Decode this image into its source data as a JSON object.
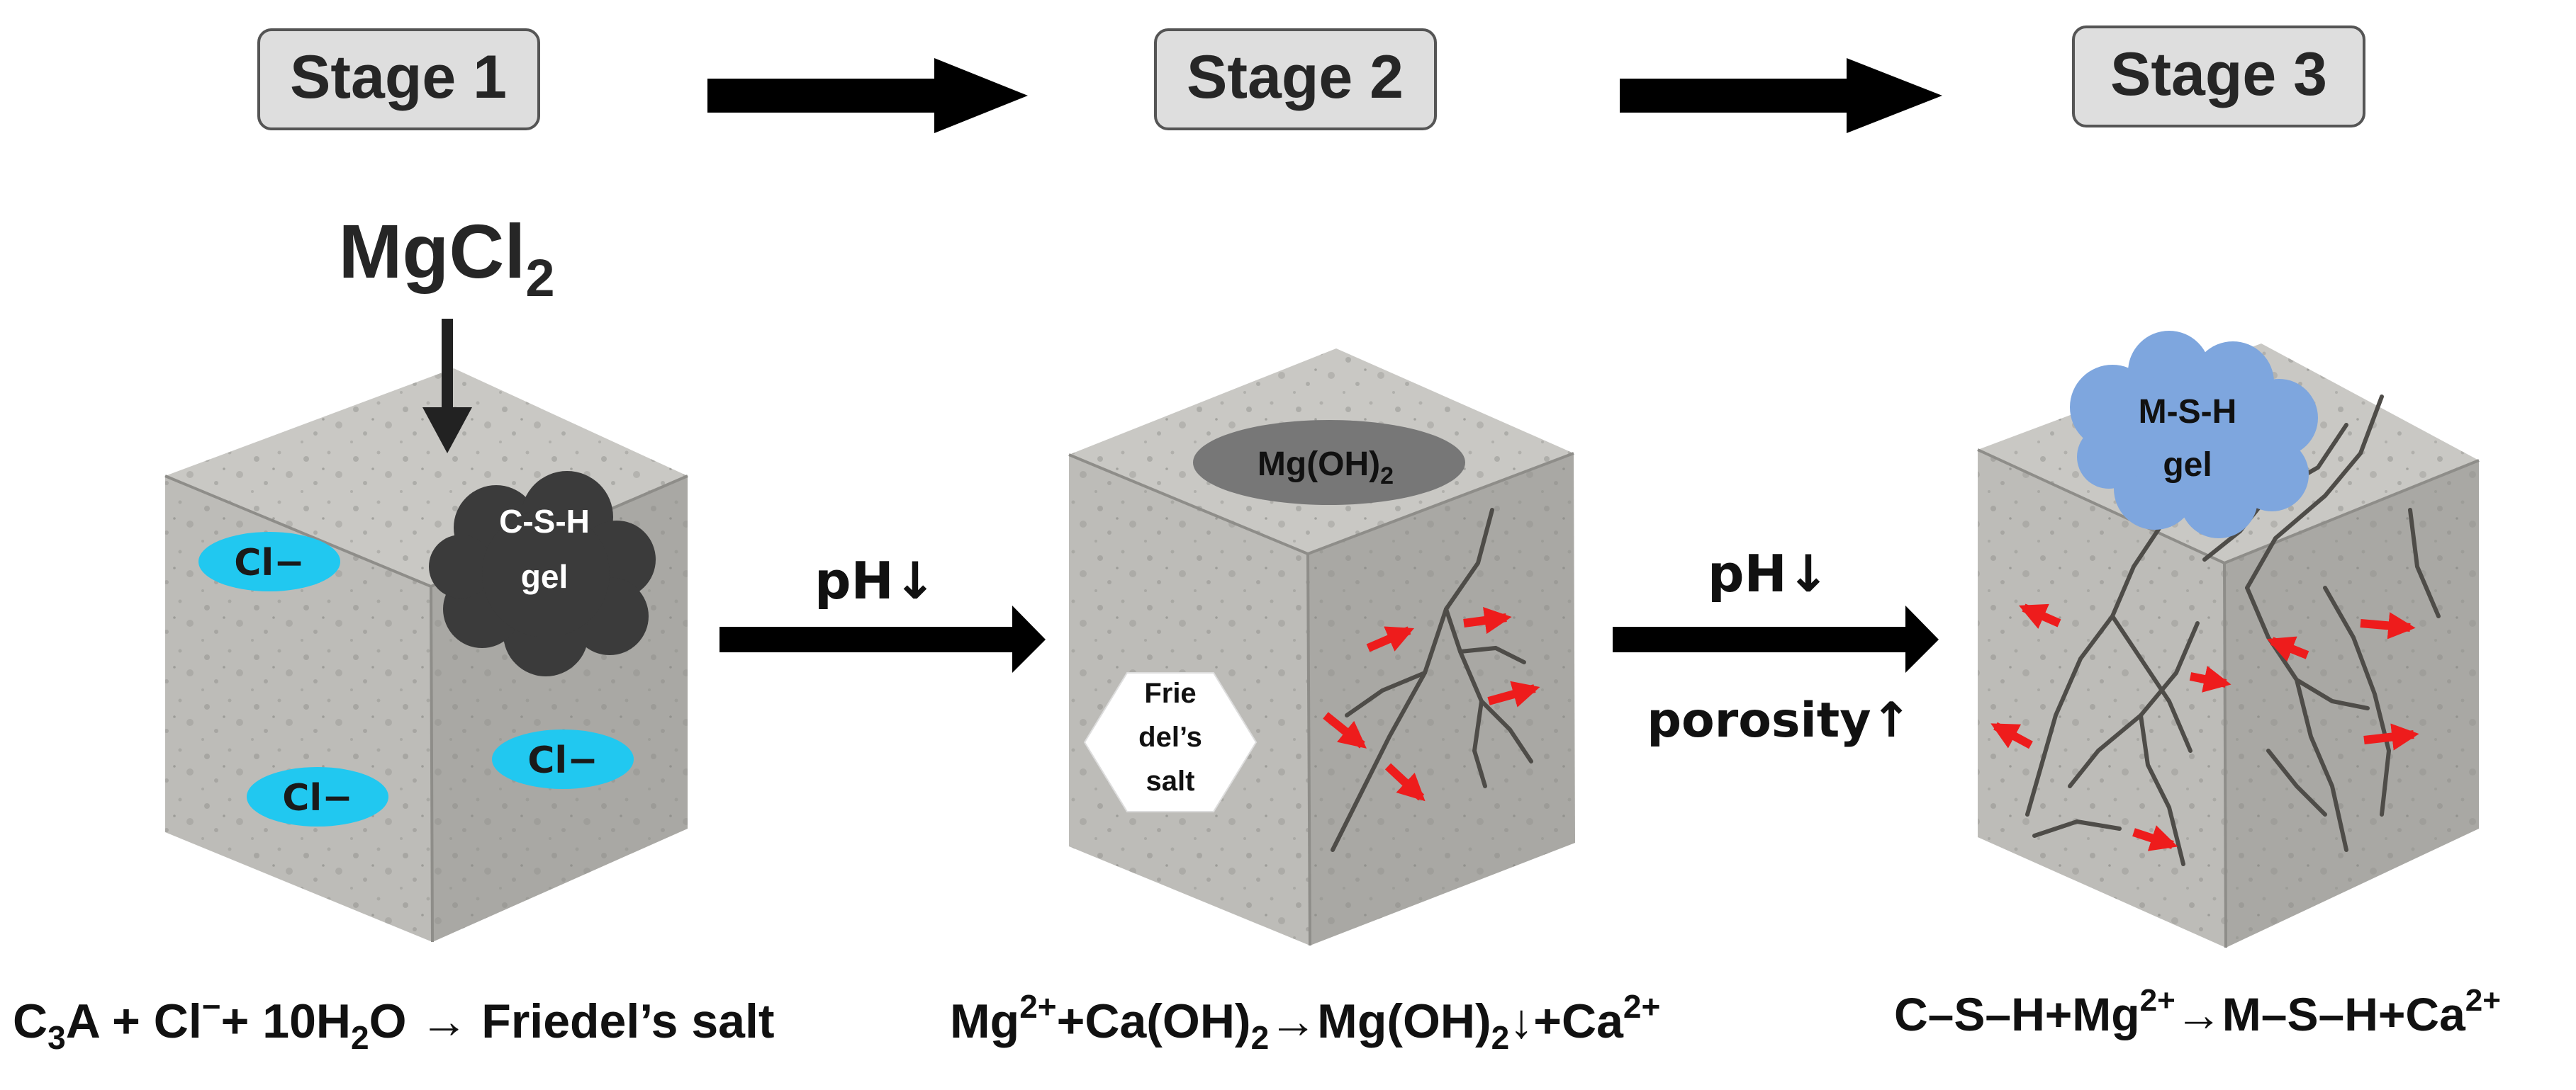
{
  "stages": [
    {
      "label": "Stage 1"
    },
    {
      "label": "Stage 2"
    },
    {
      "label": "Stage 3"
    }
  ],
  "stage1": {
    "reagent": {
      "base": "MgCl",
      "sub": "2"
    },
    "chloride_label": "Cl−",
    "csh_gel": {
      "line1": "C-S-H",
      "line2": "gel"
    }
  },
  "stage2": {
    "mgoh2": {
      "base": "Mg(OH)",
      "sub": "2"
    },
    "friedels": {
      "line1": "Frie",
      "line2": "del’s",
      "line3": "salt"
    }
  },
  "stage3": {
    "msh_gel": {
      "line1": "M-S-H",
      "line2": "gel"
    }
  },
  "transitions": {
    "t1": {
      "label": "pH↓"
    },
    "t2": {
      "label": "pH↓",
      "label2": "porosity↑"
    }
  },
  "equations": {
    "eq1": {
      "p1": "C",
      "p1_sub": "3",
      "p2": "A + Cl",
      "p2_sup": "−",
      "p3": "+ 10H",
      "p3_sub": "2",
      "p4": "O → Friedel’s salt"
    },
    "eq2": {
      "p1": "Mg",
      "p1_sup": "2+",
      "p2": "+Ca(OH)",
      "p2_sub": "2",
      "p3": "→Mg(OH)",
      "p3_sub": "2",
      "p4": "↓+Ca",
      "p4_sup": "2+"
    },
    "eq3": {
      "p1": "C–S–H+Mg",
      "p1_sup": "2+",
      "p2": "→M–S–H+Ca",
      "p2_sup": "2+"
    }
  },
  "colors": {
    "concrete_top": "#c9c8c4",
    "concrete_left": "#bdbcb8",
    "concrete_right": "#a9a8a4",
    "chloride": "#21c8f0",
    "csh_gel": "#3b3b3b",
    "mgoh2": "#777777",
    "msh_gel": "#7ea6de",
    "stage_box": "#dedede",
    "crack_arrow": "#ee1c1c"
  }
}
